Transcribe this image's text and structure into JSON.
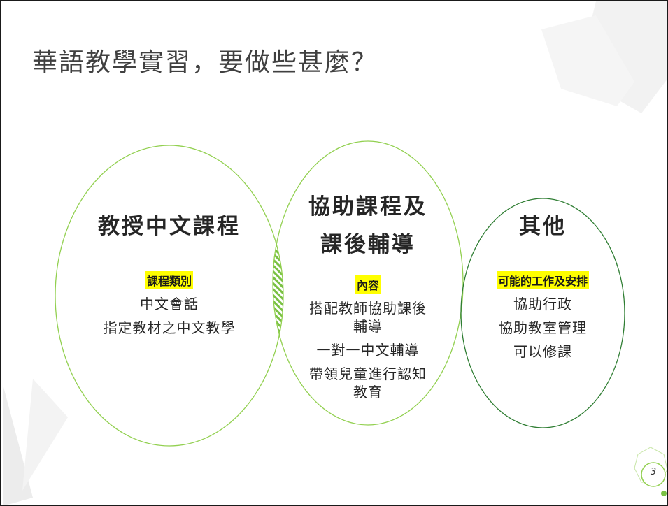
{
  "slide": {
    "title": "華語教學實習，要做些甚麼？",
    "page_number": "3"
  },
  "circles": [
    {
      "heading": "教授中文課程",
      "tag": "課程類別",
      "items": [
        "中文會話",
        "指定教材之中文教學"
      ]
    },
    {
      "heading_line1": "協助課程及",
      "heading_line2": "課後輔導",
      "tag": "內容",
      "items": [
        "搭配教師協助課後",
        "輔導",
        "一對一中文輔導",
        "帶領兒童進行認知",
        "教育"
      ]
    },
    {
      "heading": "其他",
      "tag": "可能的工作及安排",
      "items": [
        "協助行政",
        "協助教室管理",
        "可以修課"
      ]
    }
  ],
  "colors": {
    "circle_outline_light": "#92d050",
    "circle_outline_dark": "#2e7d32",
    "overlap_hatch": "#7ac143",
    "highlight": "#ffff00",
    "decor_gray": "#f0f0f0"
  }
}
